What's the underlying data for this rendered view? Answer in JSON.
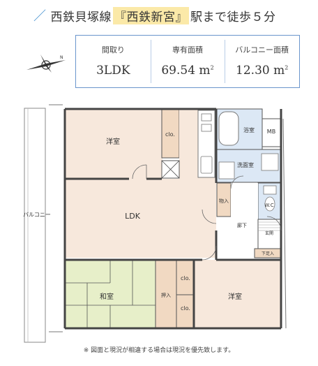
{
  "headline": {
    "line": "西鉄貝塚線",
    "station": "『西鉄新宮』",
    "suffix": "駅まで徒歩５分"
  },
  "summary": {
    "layout_label": "間取り",
    "layout_value": "3LDK",
    "area_label": "専有面積",
    "area_value": "69.54 m",
    "balcony_label": "バルコニー面積",
    "balcony_value": "12.30 m",
    "area_unit_sup": "2"
  },
  "rooms": {
    "western_top": "洋室",
    "clo_top": "clo.",
    "ldk": "LDK",
    "bath": "浴室",
    "mb": "MB",
    "washroom": "洗面室",
    "storage_in": "物入",
    "wc": "W.C",
    "hallway": "廊下",
    "entrance": "玄関",
    "shoe_storage": "下足入",
    "balcony": "バルコニー",
    "japanese": "和室",
    "closet_in": "押入",
    "clo_mid_1": "clo.",
    "clo_mid_2": "clo.",
    "western_bottom": "洋室"
  },
  "note": "※ 図面と現況が相違する場合は現況を優先致します。"
}
